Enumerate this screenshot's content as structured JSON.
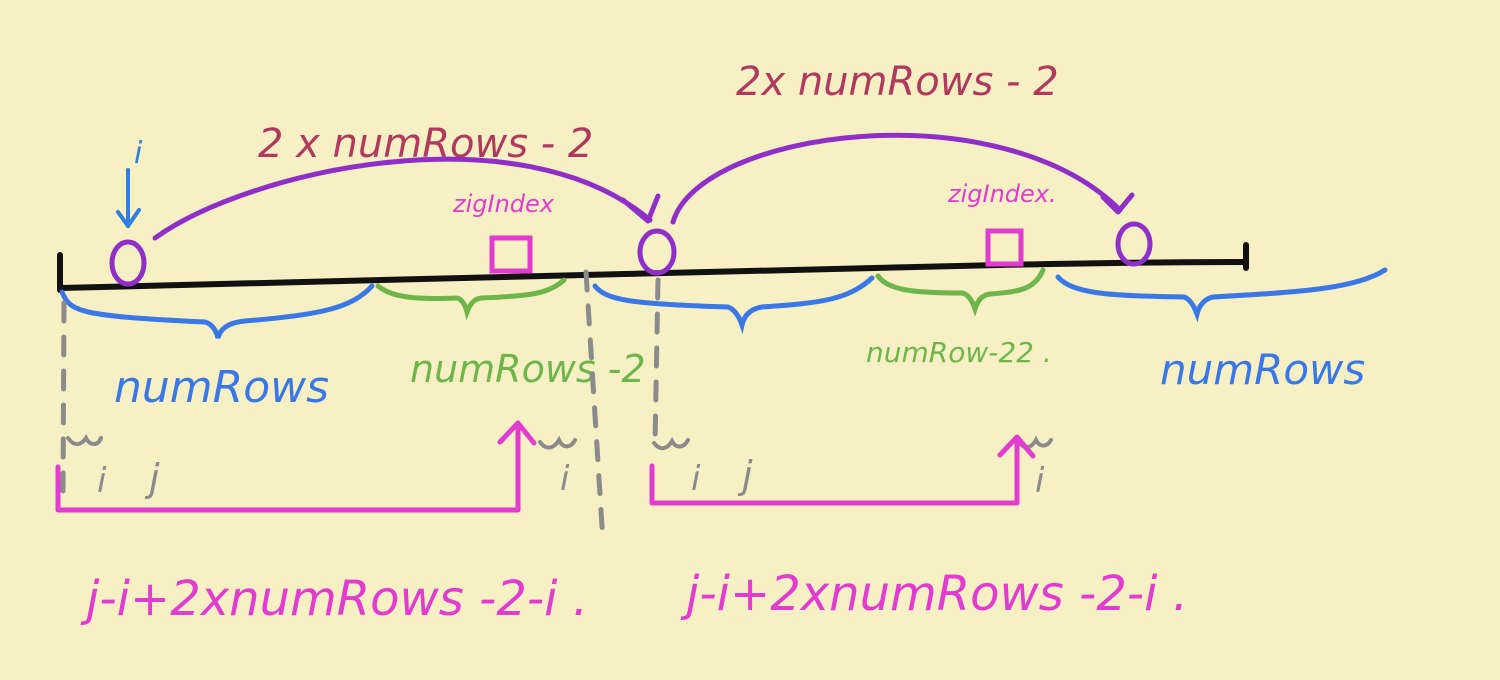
{
  "colors": {
    "background": "#f6f0c4",
    "axis": "#111111",
    "arc": "#8f2fc7",
    "arc_label": "#b03a5e",
    "index_arrow": "#2f7fe0",
    "zigzag": "#e23bd0",
    "brace_blue": "#3a78e8",
    "brace_green": "#6fb64a",
    "guide_gray": "#8b8b8b",
    "formula": "#e23bd0"
  },
  "labels": {
    "index_i": "i",
    "arc_left": "2 x numRows - 2",
    "arc_right": "2x numRows - 2",
    "zig_left": "zigIndex",
    "zig_right": "zigIndex.",
    "brace_left": "numRows",
    "brace_green_left": "numRows -2",
    "brace_green_right": "numRow-22 .",
    "brace_right": "numRows",
    "tick_i_1": "i",
    "tick_j_1": "j",
    "tick_i_2": "i",
    "tick_i_3": "i",
    "tick_j_2": "j",
    "tick_i_4": "i",
    "formula_left": "j-i+2xnumRows -2-i .",
    "formula_right": "j-i+2xnumRows -2-i ."
  }
}
